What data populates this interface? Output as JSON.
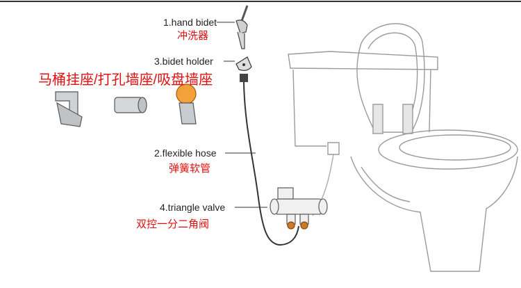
{
  "callouts": [
    {
      "id": "hand-bidet",
      "en": "1.hand bidet",
      "cn": "冲洗器"
    },
    {
      "id": "bidet-holder",
      "en": "3.bidet holder",
      "cn": "马桶挂座/打孔墙座/吸盘墙座"
    },
    {
      "id": "flexible-hose",
      "en": "2.flexible hose",
      "cn": "弹簧软管"
    },
    {
      "id": "triangle-valve",
      "en": "4.triangle valve",
      "cn": "双控一分二角阀"
    }
  ],
  "colors": {
    "label_red": "#e01010",
    "label_dark": "#222222",
    "line": "#333333",
    "sketch": "#9a9a9a"
  }
}
